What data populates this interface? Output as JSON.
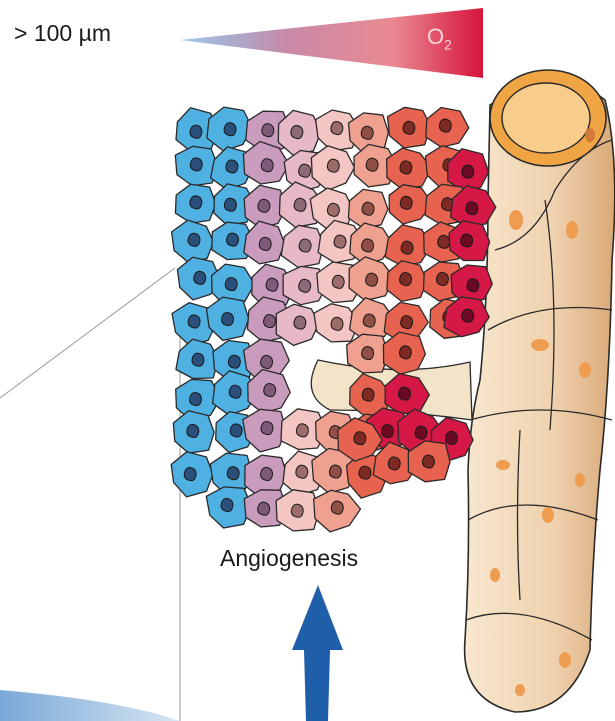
{
  "gradient": {
    "distance_label": "> 100 µm",
    "oxygen_label_main": "O",
    "oxygen_label_sub": "2",
    "start_color": "#4a8fd8",
    "end_color": "#d6143c"
  },
  "process": {
    "label": "Angiogenesis",
    "arrow_color": "#1f5ea8"
  },
  "colors": {
    "hypoxic_cells": "#4fb0e2",
    "intermediate_cells": "#e7b9c6",
    "normoxic_cells": "#d51845",
    "vessel": "#edcfa8",
    "vessel_lumen": "#f7cc85",
    "vessel_spots": "#ee9c4f"
  }
}
